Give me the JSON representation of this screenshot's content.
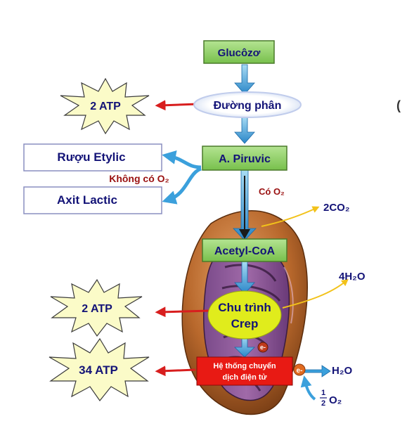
{
  "diagram": {
    "glucose": "Glucôzơ",
    "glycolysis": "Đường phân",
    "pyruvic": "A. Piruvic",
    "acetyl_coa": "Acetyl-CoA",
    "krebs_line1": "Chu trình",
    "krebs_line2": "Crep",
    "etc_line1": "Hệ thống chuyển",
    "etc_line2": "dịch điện tử",
    "ethanol": "Rượu Etylic",
    "lactic": "Axit Lactic",
    "no_oxygen": "Không có O₂",
    "with_oxygen": "Có O₂",
    "atp_glycolysis": "2 ATP",
    "atp_krebs": "2 ATP",
    "atp_etc": "34 ATP",
    "co2": "2CO₂",
    "h2o_krebs": "4H₂O",
    "h2o_etc": "H₂O",
    "o2_half_num": "1",
    "o2_half_den": "2",
    "o2": "O₂",
    "electron": "e-",
    "stray_char": "("
  },
  "colors": {
    "box_green": "#8fd06a",
    "box_border": "#4a7a2a",
    "flow_blue": "#3ba0dc",
    "red_arrow": "#d81e1e",
    "text_navy": "#131377",
    "text_darkred": "#9a1010",
    "starburst": "#fbfbc8",
    "yellow_circle": "#e0ec1c",
    "etc_red": "#e81a14",
    "mito_outer": "#b46a30"
  }
}
